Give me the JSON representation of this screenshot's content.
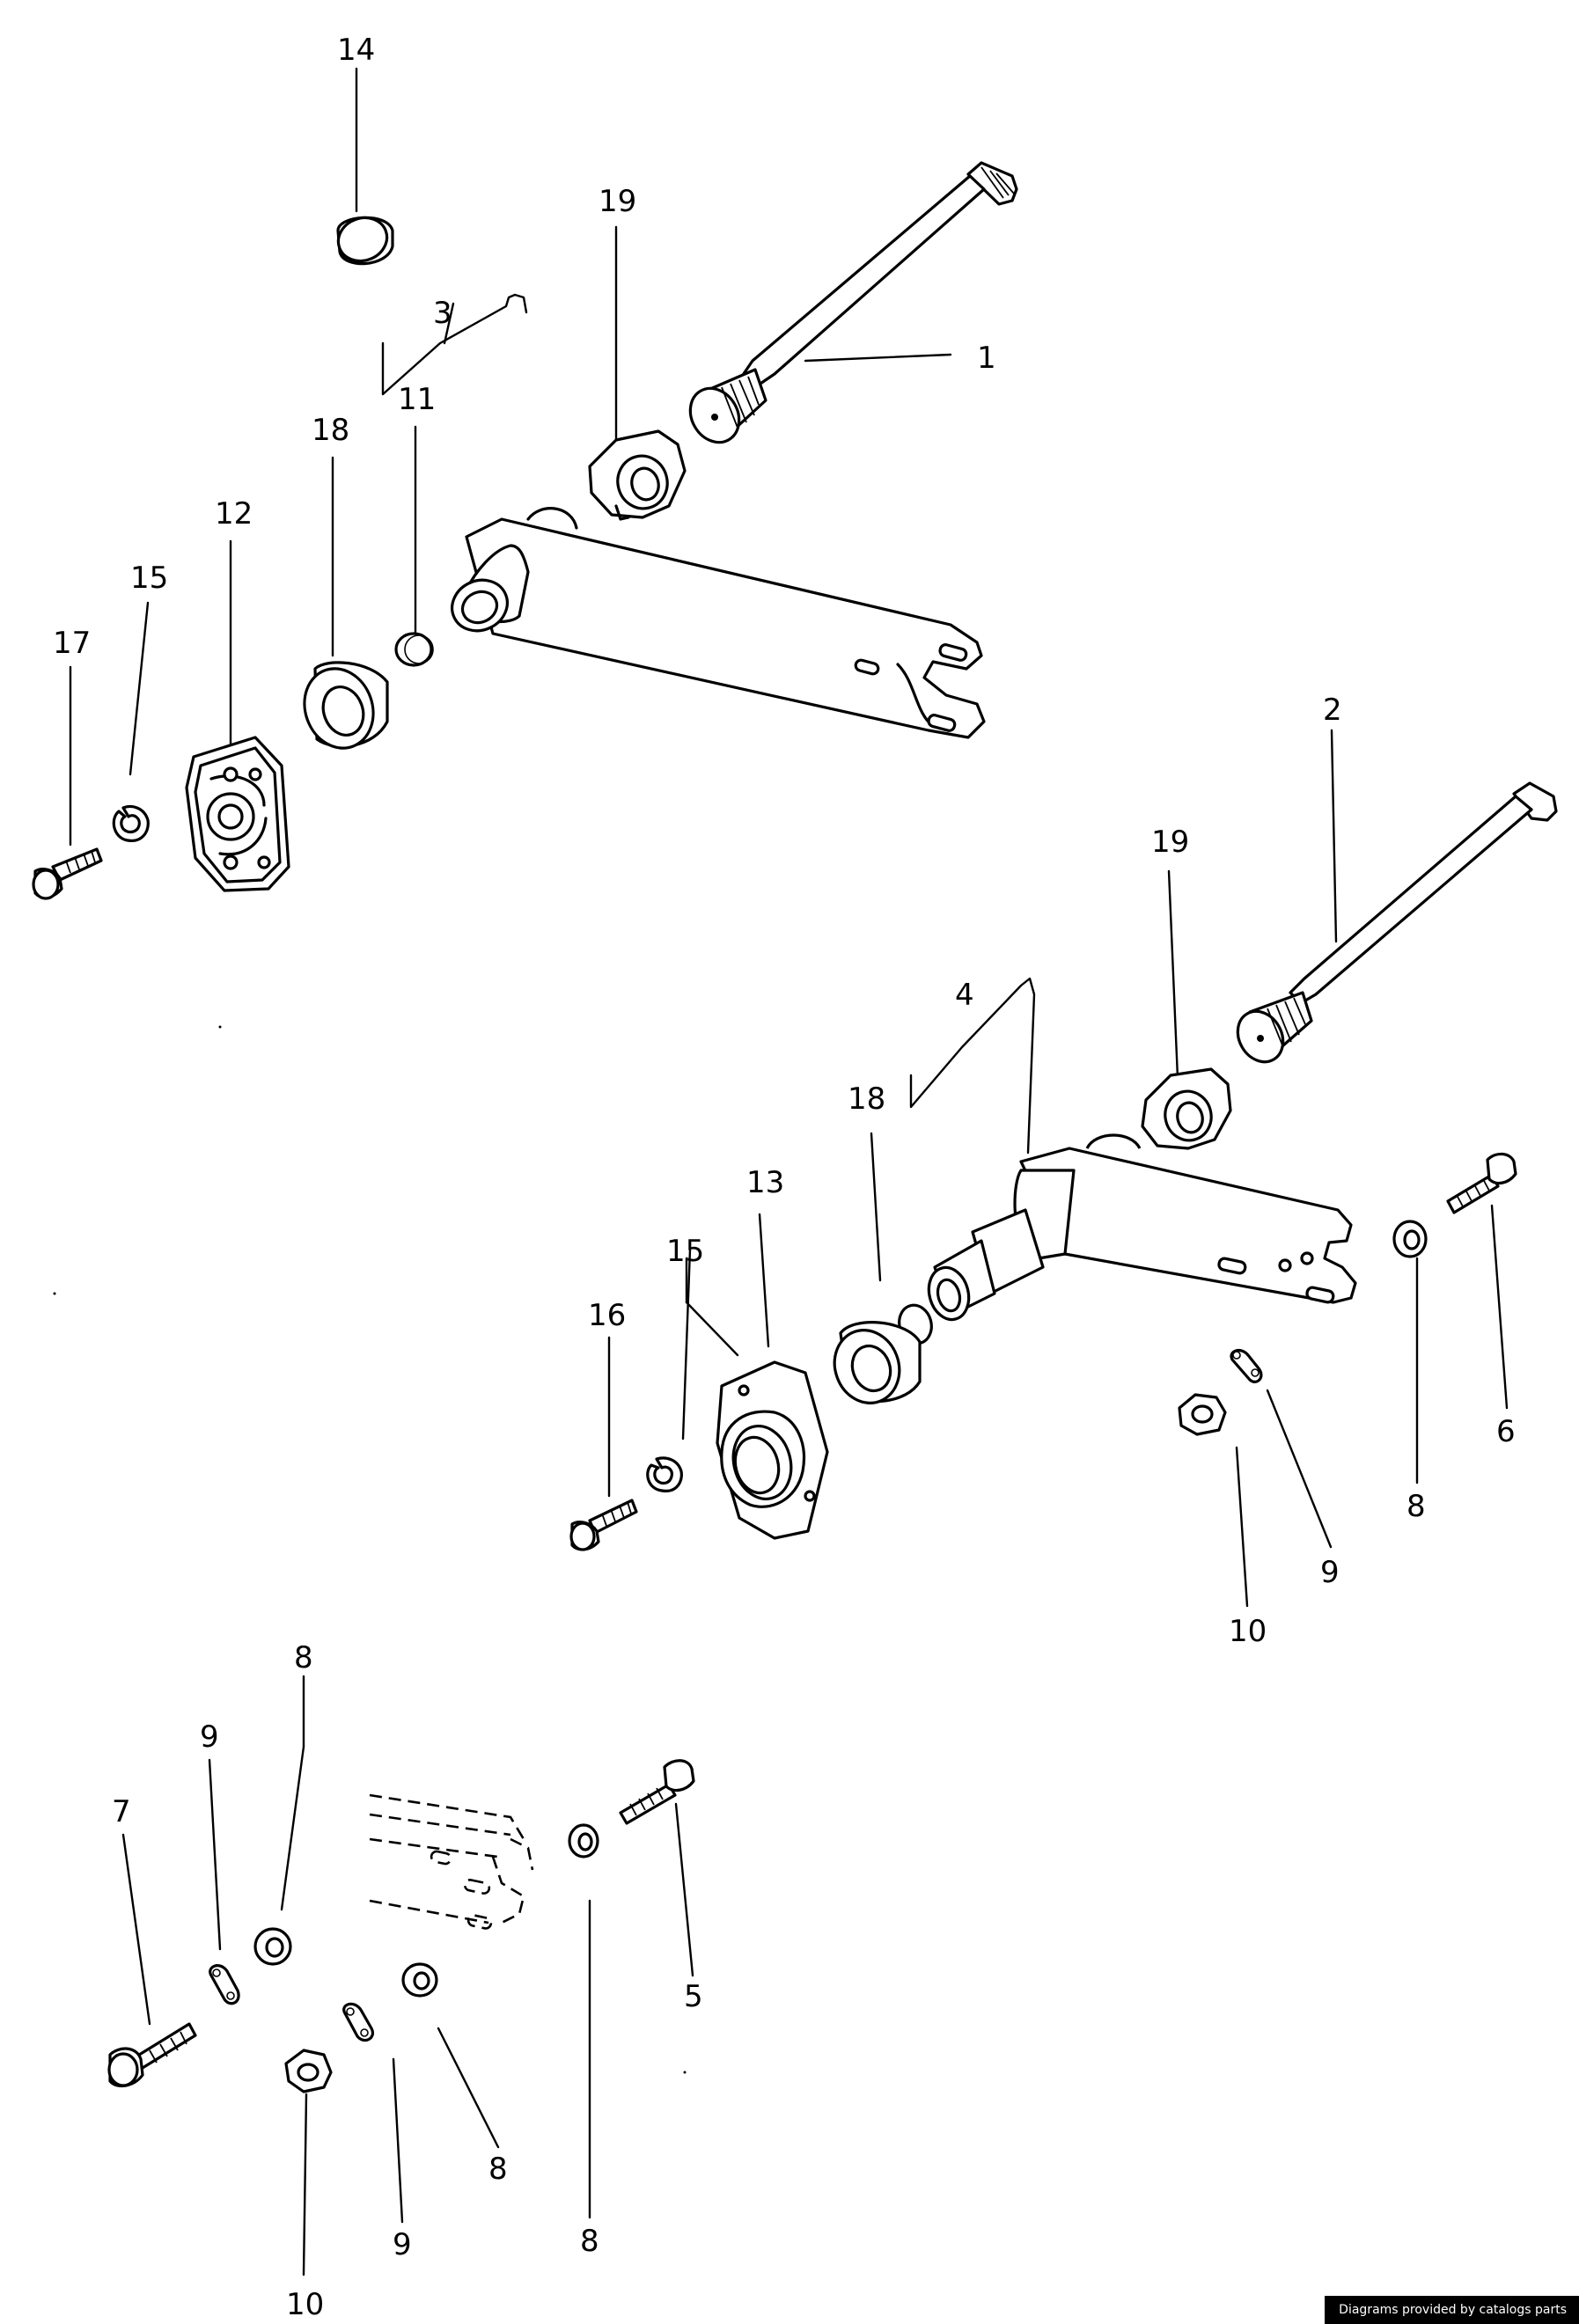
{
  "diagram": {
    "callouts": [
      {
        "id": "c14",
        "label": "14"
      },
      {
        "id": "c19a",
        "label": "19"
      },
      {
        "id": "c3",
        "label": "3"
      },
      {
        "id": "c1",
        "label": "1"
      },
      {
        "id": "c18a",
        "label": "18"
      },
      {
        "id": "c11",
        "label": "11"
      },
      {
        "id": "c12",
        "label": "12"
      },
      {
        "id": "c15a",
        "label": "15"
      },
      {
        "id": "c17",
        "label": "17"
      },
      {
        "id": "c2",
        "label": "2"
      },
      {
        "id": "c19b",
        "label": "19"
      },
      {
        "id": "c4",
        "label": "4"
      },
      {
        "id": "c18b",
        "label": "18"
      },
      {
        "id": "c13",
        "label": "13"
      },
      {
        "id": "c15b",
        "label": "15"
      },
      {
        "id": "c16",
        "label": "16"
      },
      {
        "id": "c6",
        "label": "6"
      },
      {
        "id": "c8a",
        "label": "8"
      },
      {
        "id": "c9a",
        "label": "9"
      },
      {
        "id": "c10a",
        "label": "10"
      },
      {
        "id": "c8b",
        "label": "8"
      },
      {
        "id": "c9b",
        "label": "9"
      },
      {
        "id": "c7",
        "label": "7"
      },
      {
        "id": "c5",
        "label": "5"
      },
      {
        "id": "c8c",
        "label": "8"
      },
      {
        "id": "c8d",
        "label": "8"
      },
      {
        "id": "c9c",
        "label": "9"
      },
      {
        "id": "c10b",
        "label": "10"
      }
    ]
  },
  "footer": {
    "credit": "Diagrams provided by catalogs parts"
  }
}
